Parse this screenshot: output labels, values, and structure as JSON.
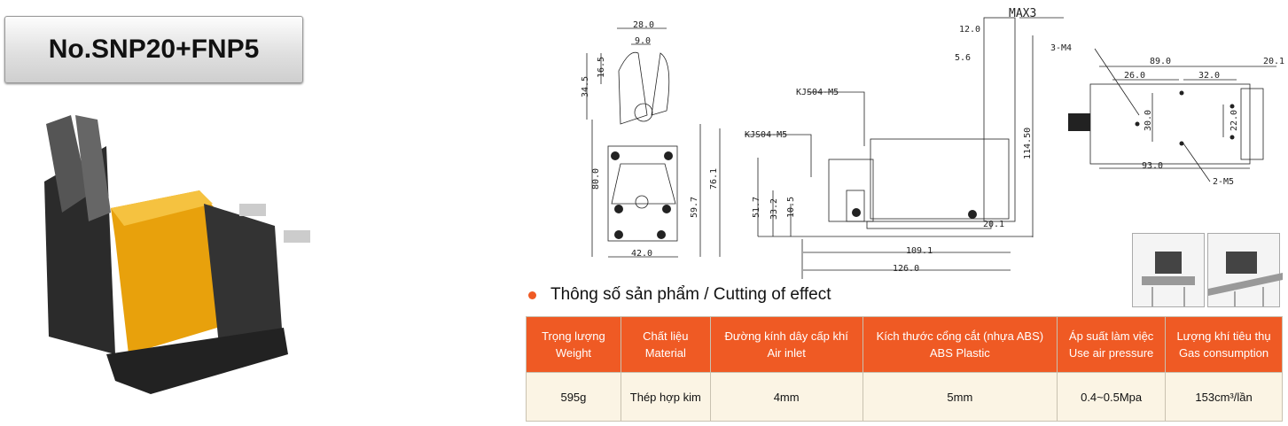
{
  "title": "No.SNP20+FNP5",
  "section_title": "Thông số sản phẩm / Cutting of effect",
  "table": {
    "headers": [
      [
        "Trọng lượng",
        "Weight"
      ],
      [
        "Chất liệu",
        "Material"
      ],
      [
        "Đường kính dây cấp khí",
        "Air inlet"
      ],
      [
        "Kích thước cổng cắt (nhựa ABS)",
        "ABS Plastic"
      ],
      [
        "Áp suất làm việc",
        "Use air pressure"
      ],
      [
        "Lượng khí tiêu thụ",
        "Gas consumption"
      ]
    ],
    "row": [
      "595g",
      "Thép hợp kim",
      "4mm",
      "5mm",
      "0.4~0.5Mpa",
      "153cm³/lần"
    ]
  },
  "dimensions": {
    "front": {
      "w28": "28.0",
      "w9": "9.0",
      "h16": "16.5",
      "h34": "34.5",
      "h80": "80.0",
      "h59": "59.7",
      "h76": "76.1",
      "w42": "42.0"
    },
    "side": {
      "kjs_upper": "KJS04-M5",
      "kjs_lower": "KJS04-M5",
      "max": "MAX3",
      "d12": "12.0",
      "d5": "5.6",
      "h114": "114.50",
      "h51": "51.7",
      "h33": "33.2",
      "h10": "10.5",
      "d20": "20.1",
      "w109": "109.1",
      "w126": "126.0"
    },
    "top": {
      "m4": "3-M4",
      "w89": "89.0",
      "w20": "20.1",
      "w26": "26.0",
      "w32": "32.0",
      "h30": "30.0",
      "h22": "22.0",
      "w93": "93.0",
      "m5": "2-M5"
    }
  },
  "colors": {
    "accent": "#ef5a24",
    "body": "#e8a10c",
    "row": "#fbf4e4"
  }
}
